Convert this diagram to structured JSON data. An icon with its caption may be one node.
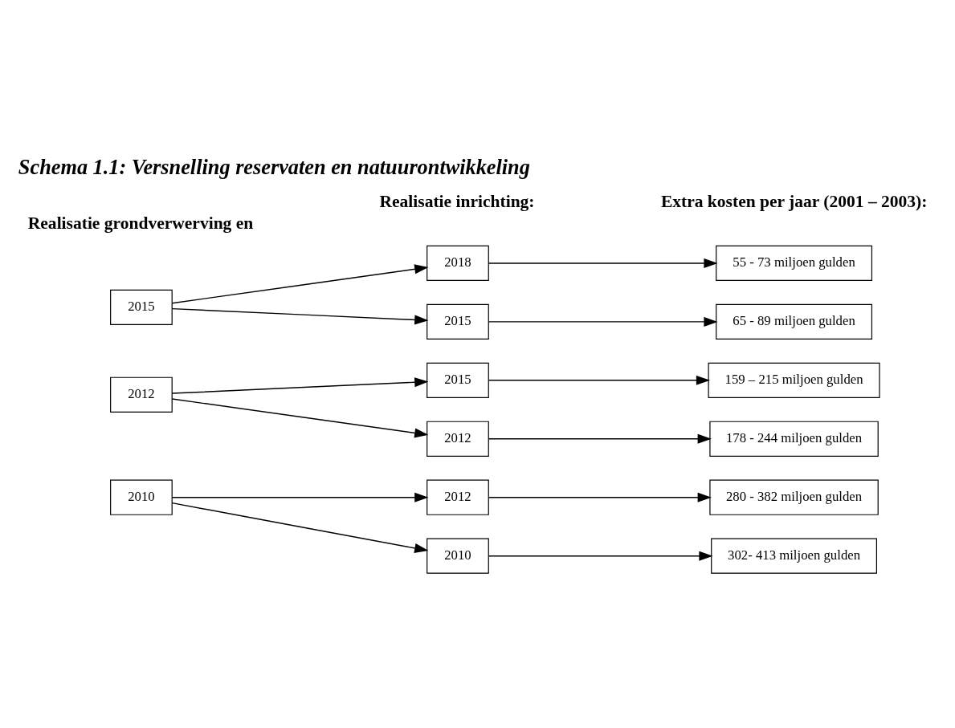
{
  "diagram": {
    "title": "Schema 1.1: Versnelling reservaten en natuurontwikkeling",
    "nodes": [
      {
        "text": [
          "2015"
        ]
      },
      {
        "text": [
          "2012"
        ]
      },
      {
        "text": [
          "2010"
        ]
      },
      {
        "text": [
          "2018"
        ]
      },
      {
        "text": [
          "2015"
        ]
      },
      {
        "text": [
          "2015"
        ]
      },
      {
        "text": [
          "2012"
        ]
      },
      {
        "text": [
          "2012"
        ]
      },
      {
        "text": [
          "2010"
        ]
      },
      {
        "text": [
          "55 - 73 miljoen gulden"
        ]
      },
      {
        "text": [
          "65 - 89 miljoen gulden"
        ]
      },
      {
        "text": [
          "159 – 215 miljoen gulden"
        ]
      },
      {
        "text": [
          "178 - 244 miljoen gulden"
        ]
      },
      {
        "text": [
          "280 - 382 miljoen gulden"
        ]
      },
      {
        "text": [
          "302- 413 miljoen gulden"
        ]
      }
    ],
    "edges": [
      {
        "from": 0,
        "to": 3,
        "arrow": "to"
      },
      {
        "from": 0,
        "to": 4,
        "arrow": "to"
      },
      {
        "from": 1,
        "to": 5,
        "arrow": "to"
      },
      {
        "from": 1,
        "to": 6,
        "arrow": "to"
      },
      {
        "from": 2,
        "to": 7,
        "arrow": "to"
      },
      {
        "from": 2,
        "to": 8,
        "arrow": "to"
      },
      {
        "from": 3,
        "to": 9,
        "arrow": "to"
      },
      {
        "from": 4,
        "to": 10,
        "arrow": "to"
      },
      {
        "from": 5,
        "to": 11,
        "arrow": "to"
      },
      {
        "from": 6,
        "to": 12,
        "arrow": "to"
      },
      {
        "from": 7,
        "to": 13,
        "arrow": "to"
      },
      {
        "from": 8,
        "to": 14,
        "arrow": "to"
      }
    ],
    "labels": [
      "Realisatie grondverwerving en",
      "Realisatie inrichting:",
      "Extra kosten per jaar (2001 – 2003):"
    ]
  }
}
